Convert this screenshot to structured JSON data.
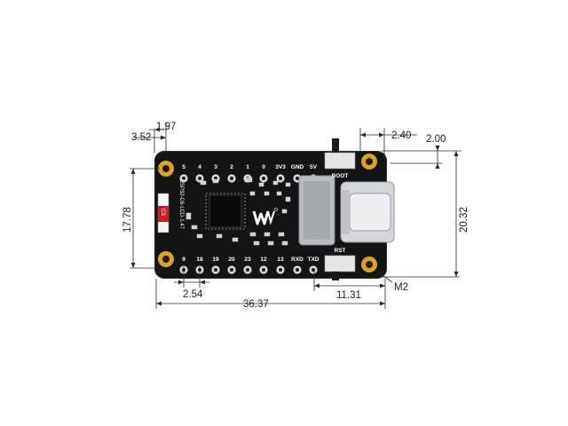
{
  "board": {
    "side_label": "ESP32-C6-LCD-1.47",
    "top_pins": [
      "5",
      "4",
      "3",
      "2",
      "1",
      "0",
      "3V3",
      "GND",
      "5V"
    ],
    "bottom_pins": [
      "9",
      "18",
      "19",
      "20",
      "23",
      "12",
      "13",
      "RXD",
      "TXD"
    ],
    "boot_label": "BOOT",
    "rst_label": "RST",
    "chip_label": "C3"
  },
  "dimensions": {
    "d_3_52": "3.52",
    "d_1_97": "1.97",
    "d_2_40": "2.40",
    "d_2_00": "2.00",
    "d_17_78": "17.78",
    "d_20_32": "20.32",
    "d_2_54": "2.54",
    "d_36_37": "36.37",
    "d_11_31": "11.31",
    "m2": "M2"
  },
  "colors": {
    "pcb": "#141414",
    "gold": "#d9a22a",
    "gold_dark": "#9a6a12",
    "red": "#c8202a",
    "usb": "#c9ccd0"
  }
}
